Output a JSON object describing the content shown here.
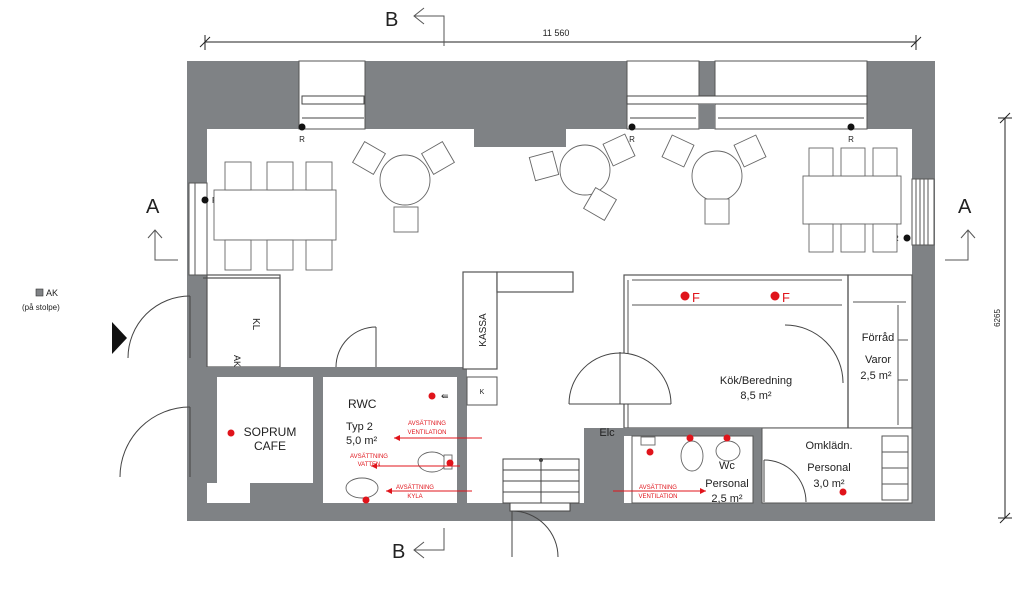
{
  "section_marks": {
    "b_top": "B",
    "b_bottom": "B",
    "a_left": "A",
    "a_right": "A"
  },
  "dimensions": {
    "width": "11 560",
    "height": "6265"
  },
  "legend": {
    "symbol": "AK",
    "note": "(på stolpe)"
  },
  "radiator_marks": [
    "R",
    "R",
    "R",
    "R",
    "R"
  ],
  "rooms": {
    "kl": "KL",
    "ak": "AK",
    "kassa": "KASSA",
    "k": "K",
    "soprum_line1": "SOPRUM",
    "soprum_line2": "CAFE",
    "rwc_title": "RWC",
    "rwc_type": "Typ 2",
    "rwc_area": "5,0 m²",
    "kok_name": "Kök/Beredning",
    "kok_area": "8,5 m²",
    "forrad_name": "Förråd",
    "forrad_sub": "Varor",
    "forrad_area": "2,5 m²",
    "elc": "Elc",
    "wc": "Wc",
    "personal_name": "Personal",
    "personal_area": "2,5 m²",
    "omklad_name": "Omklädn.",
    "omklad_sub": "Personal",
    "omklad_area": "3,0 m²"
  },
  "annotations": {
    "f1": "F",
    "f2": "F",
    "avs_vent_1a": "AVSÄTTNING",
    "avs_vent_1b": "VENTILATION",
    "avs_vatten_a": "AVSÄTTNING",
    "avs_vatten_b": "VATTEN",
    "avs_kyla_a": "AVSÄTTNING",
    "avs_kyla_b": "KYLA",
    "avs_vent_2a": "AVSÄTTNING",
    "avs_vent_2b": "VENTILATION"
  },
  "colors": {
    "wall": "#7f8285",
    "annotation": "#e0141b",
    "line": "#555555"
  }
}
